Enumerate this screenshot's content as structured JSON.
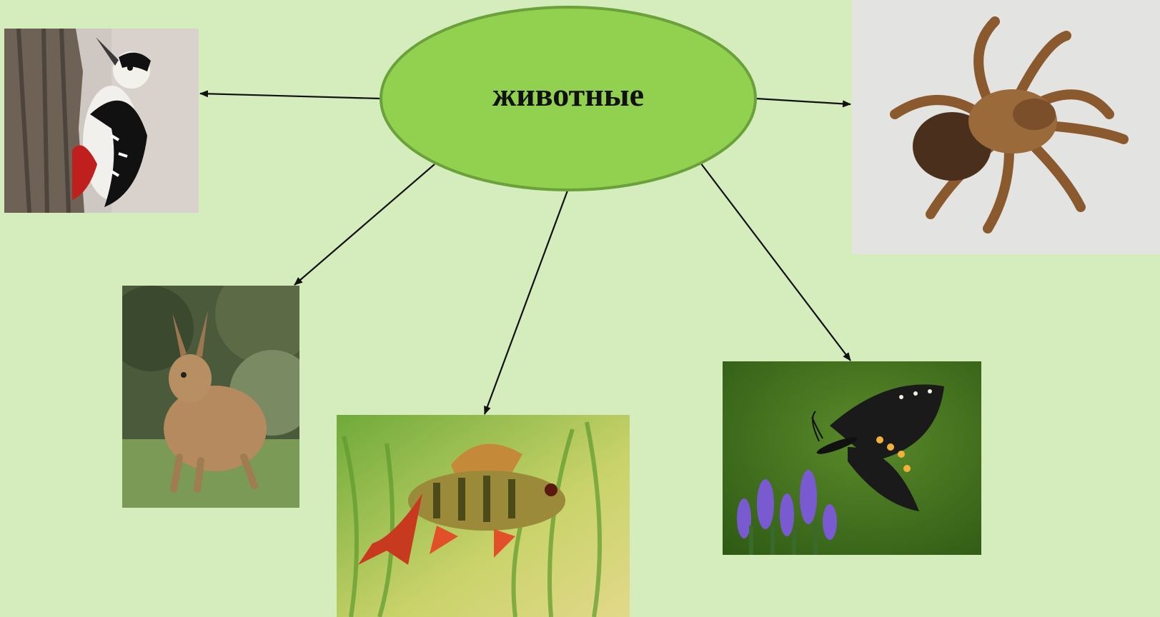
{
  "diagram": {
    "center": {
      "label": "животные",
      "fill": "#92d050",
      "stroke": "#6aa13a"
    },
    "arrow_color": "#111111",
    "background": "#d5ecbd",
    "nodes": [
      {
        "id": "woodpecker",
        "icon": "woodpecker-photo"
      },
      {
        "id": "spider",
        "icon": "tarantula-photo"
      },
      {
        "id": "hare",
        "icon": "hare-photo"
      },
      {
        "id": "fish",
        "icon": "perch-fish-photo"
      },
      {
        "id": "butterfly",
        "icon": "swallowtail-butterfly-photo"
      }
    ]
  }
}
